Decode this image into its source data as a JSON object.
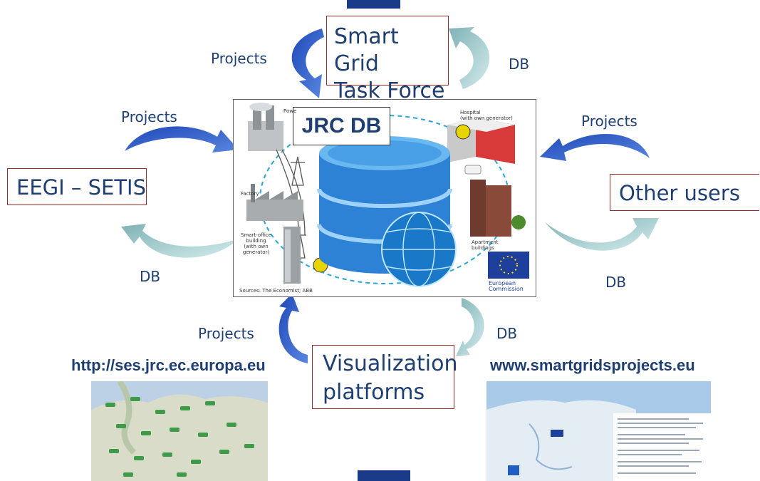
{
  "boxes": {
    "task_force": "Smart Grid Task Force",
    "task_force_line1": "Smart Grid",
    "task_force_line2": "Task Force",
    "eegi": "EEGI – SETIS",
    "other_users": "Other users",
    "visualization_line1": "Visualization",
    "visualization_line2": "platforms"
  },
  "center": {
    "title": "JRC DB",
    "labels": {
      "power": "Powe",
      "hospital_1": "Hospital",
      "hospital_2": "(with own generator)",
      "factory": "Factory",
      "smart_office_1": "Smart-office",
      "smart_office_2": "building",
      "smart_office_3": "(with own",
      "smart_office_4": "generator)",
      "apartment_1": "Apartment",
      "apartment_2": "buildings",
      "sources": "Sources: The Economist; ABB",
      "ec_1": "European",
      "ec_2": "Commission"
    }
  },
  "flows": {
    "projects_top": "Projects",
    "db_top": "DB",
    "projects_left": "Projects",
    "db_left": "DB",
    "projects_right": "Projects",
    "db_right": "DB",
    "projects_bottom": "Projects",
    "db_bottom": "DB"
  },
  "urls": {
    "ses": "http://ses.jrc.ec.europa.eu",
    "smartgrids": "www.smartgridsprojects.eu"
  },
  "colors": {
    "text_blue": "#1f3f73",
    "box_border": "#9e2a2a",
    "arrow_projects": "#2b57c4",
    "arrow_db": "#9cc9cb",
    "bar": "#1a3a8a"
  }
}
